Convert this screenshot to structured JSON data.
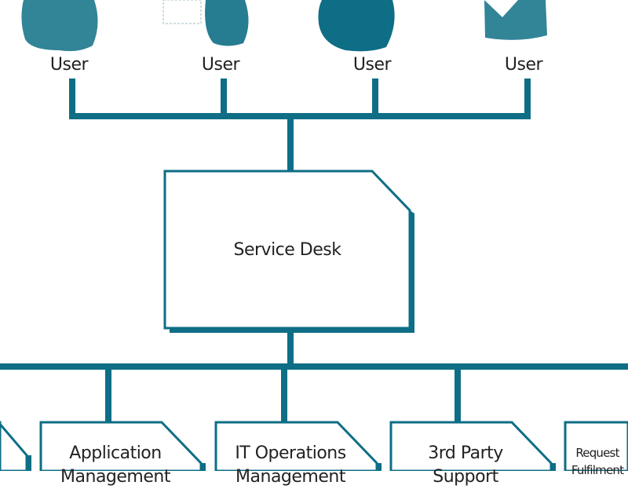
{
  "colors": {
    "line": "#0e6e85",
    "text": "#222222"
  },
  "users": [
    {
      "label": "User",
      "icon": "user-icon"
    },
    {
      "label": "User",
      "icon": "user-icon"
    },
    {
      "label": "User",
      "icon": "user-icon"
    },
    {
      "label": "User",
      "icon": "user-icon"
    }
  ],
  "service_desk": {
    "label": "Service Desk"
  },
  "functions": [
    {
      "line1": "Application",
      "line2": "Management"
    },
    {
      "line1": "IT Operations",
      "line2": "Management"
    },
    {
      "line1": "3rd Party",
      "line2": "Support"
    },
    {
      "line1": "Request",
      "line2": "Fulfilment"
    }
  ]
}
